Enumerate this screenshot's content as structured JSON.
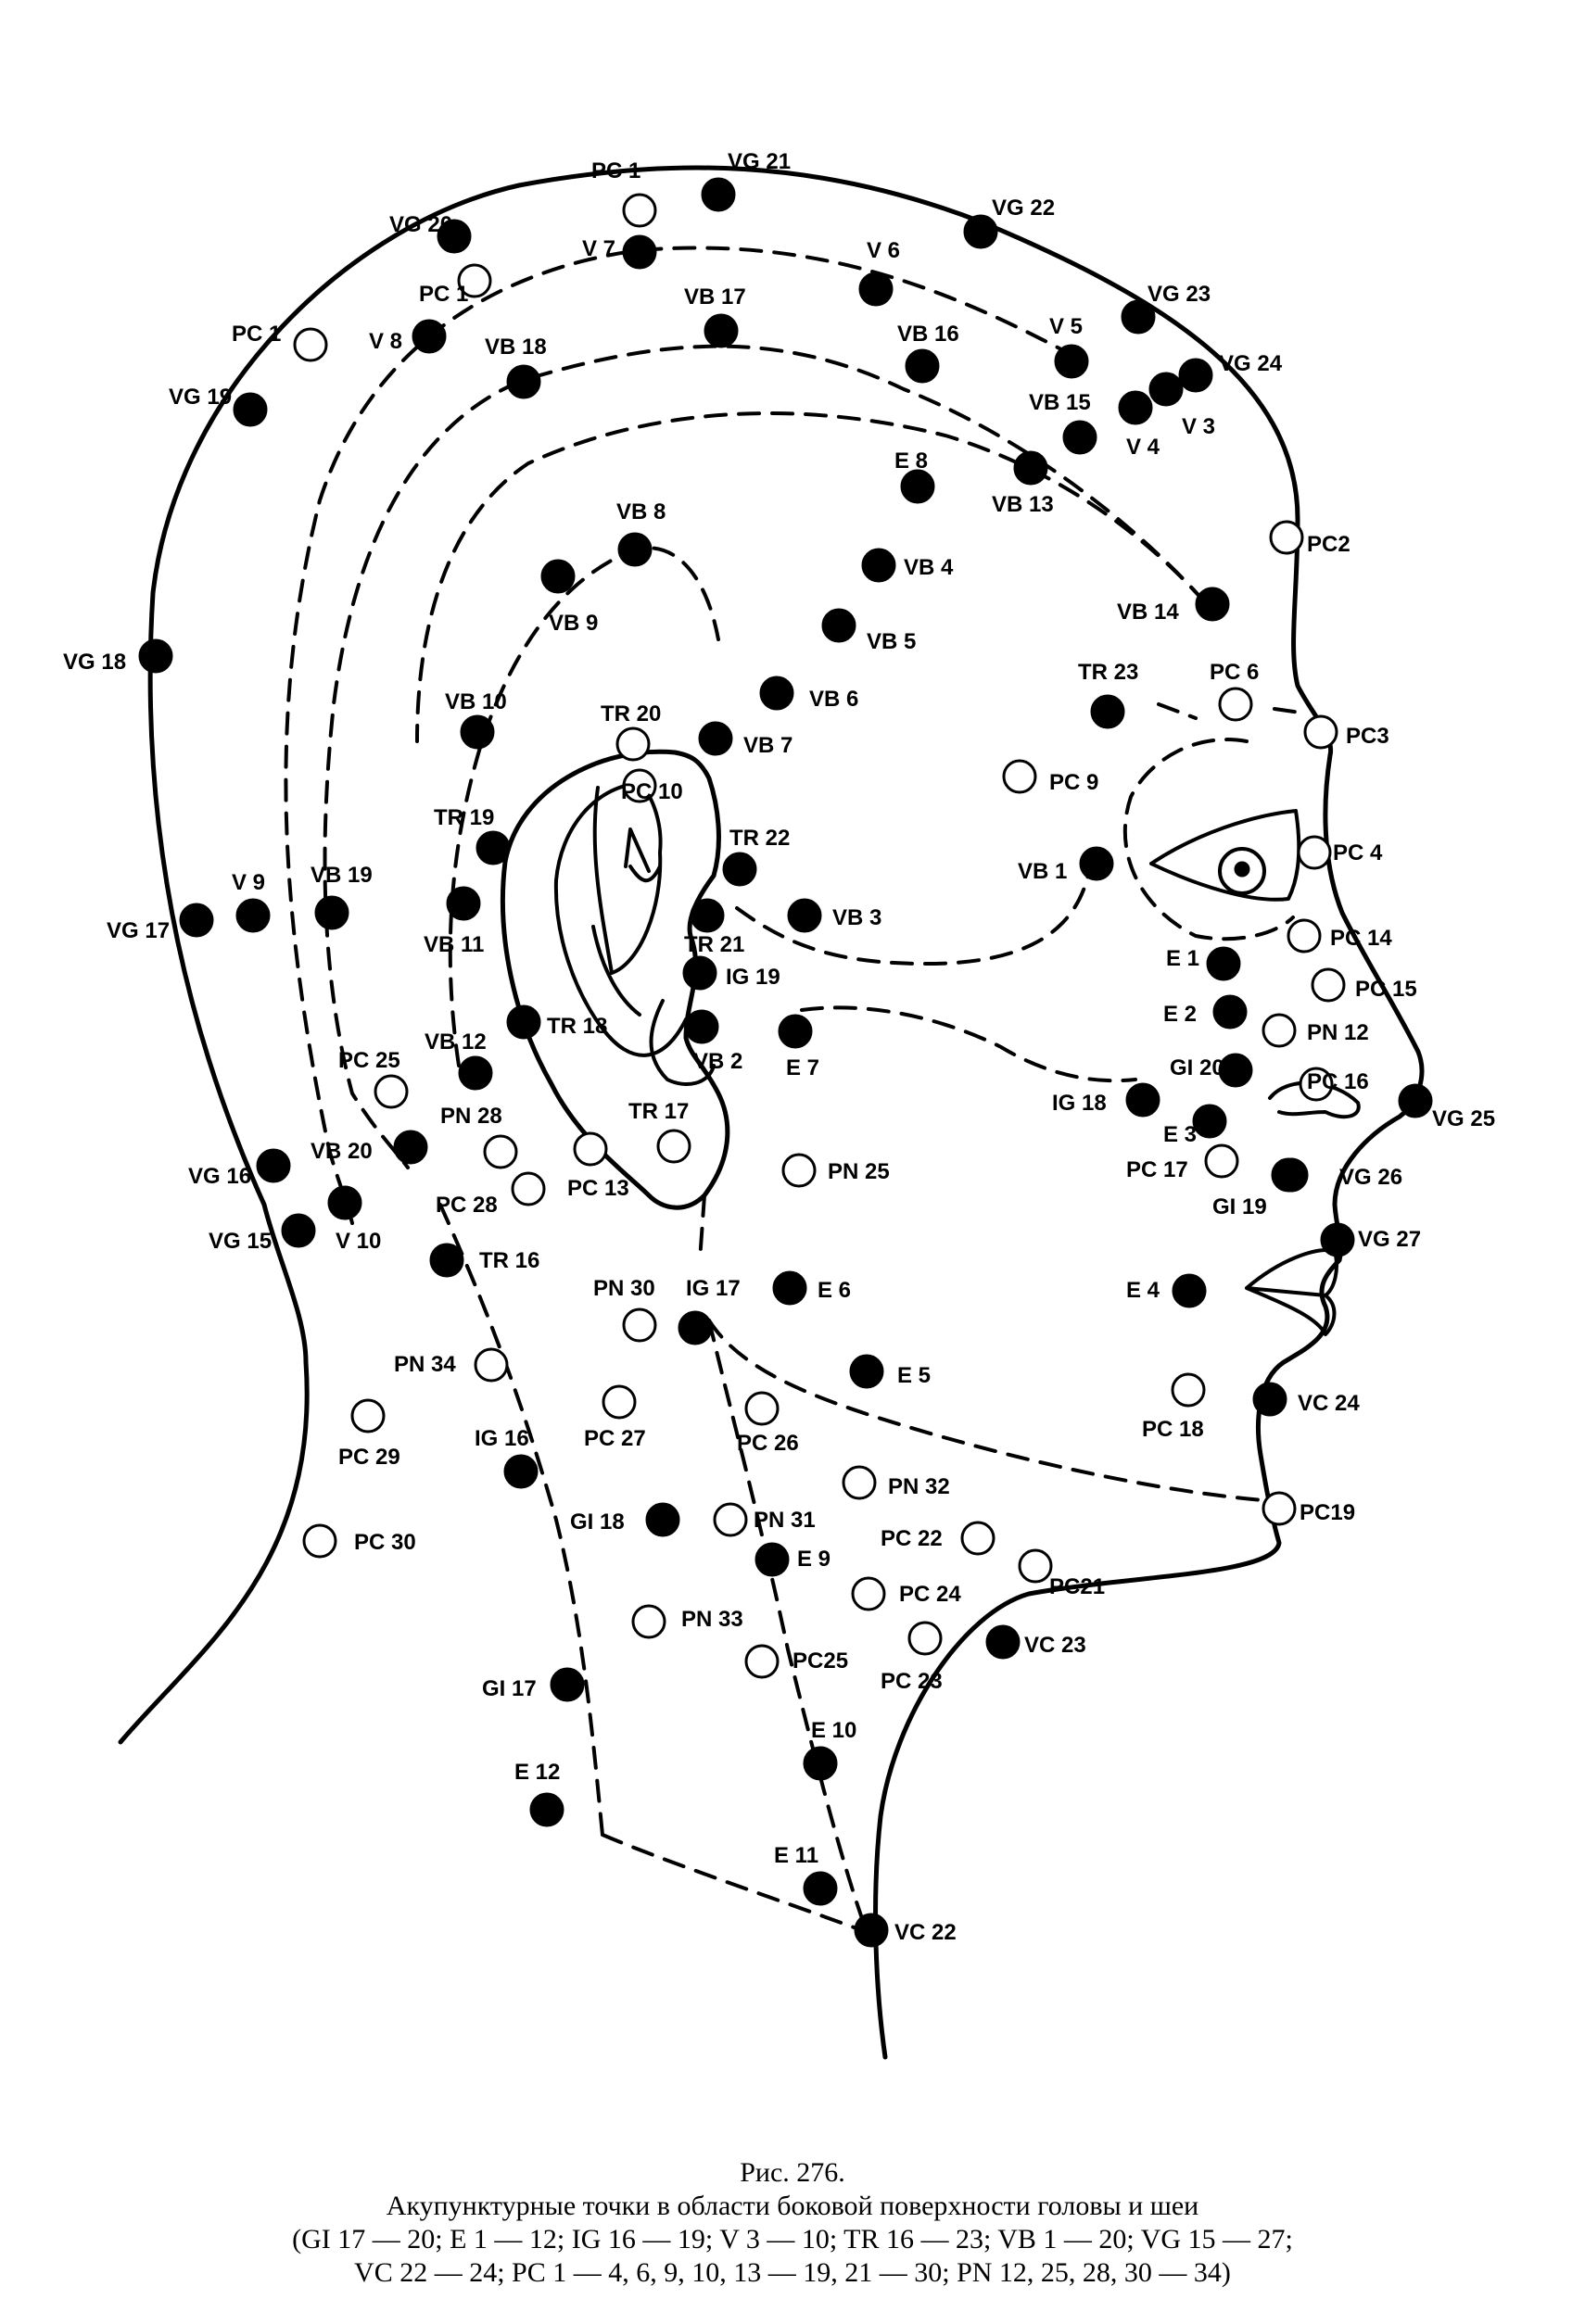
{
  "figure": {
    "caption_title": "Рис. 276.",
    "caption_subtitle": "Акупунктурные точки в области боковой поверхности головы и шеи",
    "caption_line1": "(GI 17 — 20; E 1 — 12; IG 16 — 19; V 3 — 10; TR 16 — 23; VB 1 — 20; VG 15 — 27;",
    "caption_line2": "VC 22 — 24; PC 1 — 4, 6, 9, 10, 13 — 19, 21 — 30; PN 12, 25, 28, 30 — 34)"
  },
  "legend_colors": {
    "filled_point": "#000000",
    "open_point": "#ffffff",
    "line": "#000000"
  },
  "points": [
    {
      "id": "vg21",
      "label": "VG 21",
      "filled": true
    },
    {
      "id": "pc1a",
      "label": "PC 1",
      "filled": false
    },
    {
      "id": "vg20",
      "label": "VG 20",
      "filled": true
    },
    {
      "id": "vg22",
      "label": "VG 22",
      "filled": true
    },
    {
      "id": "v7",
      "label": "V 7",
      "filled": true
    },
    {
      "id": "v6",
      "label": "V 6",
      "filled": true
    },
    {
      "id": "pc1b",
      "label": "PC 1",
      "filled": false
    },
    {
      "id": "vg23",
      "label": "VG 23",
      "filled": true
    },
    {
      "id": "pc1c",
      "label": "PC 1",
      "filled": false
    },
    {
      "id": "v8",
      "label": "V 8",
      "filled": true
    },
    {
      "id": "vb17",
      "label": "VB 17",
      "filled": true
    },
    {
      "id": "vb18",
      "label": "VB 18",
      "filled": true
    },
    {
      "id": "vb16",
      "label": "VB 16",
      "filled": true
    },
    {
      "id": "v5",
      "label": "V 5",
      "filled": true
    },
    {
      "id": "vg24",
      "label": "VG 24",
      "filled": true
    },
    {
      "id": "vg19",
      "label": "VG 19",
      "filled": true
    },
    {
      "id": "v3",
      "label": "V 3",
      "filled": true
    },
    {
      "id": "v4",
      "label": "V 4",
      "filled": true
    },
    {
      "id": "vb15",
      "label": "VB 15",
      "filled": true
    },
    {
      "id": "e8",
      "label": "E 8",
      "filled": true
    },
    {
      "id": "vb13",
      "label": "VB 13",
      "filled": true
    },
    {
      "id": "vb8",
      "label": "VB 8",
      "filled": true
    },
    {
      "id": "pc2",
      "label": "PC2",
      "filled": false
    },
    {
      "id": "vb4",
      "label": "VB 4",
      "filled": true
    },
    {
      "id": "vb9",
      "label": "VB 9",
      "filled": true
    },
    {
      "id": "vb14",
      "label": "VB 14",
      "filled": true
    },
    {
      "id": "vb5",
      "label": "VB 5",
      "filled": true
    },
    {
      "id": "vg18",
      "label": "VG 18",
      "filled": true
    },
    {
      "id": "pc6",
      "label": "PC 6",
      "filled": false
    },
    {
      "id": "tr23",
      "label": "TR 23",
      "filled": true
    },
    {
      "id": "vb6",
      "label": "VB 6",
      "filled": true
    },
    {
      "id": "vb10",
      "label": "VB 10",
      "filled": true
    },
    {
      "id": "tr20",
      "label": "TR 20",
      "filled": false
    },
    {
      "id": "vb7",
      "label": "VB 7",
      "filled": true
    },
    {
      "id": "pc3",
      "label": "PC3",
      "filled": false
    },
    {
      "id": "pc9",
      "label": "PC 9",
      "filled": false
    },
    {
      "id": "pc10",
      "label": "PC 10",
      "filled": false
    },
    {
      "id": "tr19",
      "label": "TR 19",
      "filled": true
    },
    {
      "id": "tr22",
      "label": "TR 22",
      "filled": true
    },
    {
      "id": "pc4",
      "label": "PC 4",
      "filled": false
    },
    {
      "id": "vb1",
      "label": "VB 1",
      "filled": true
    },
    {
      "id": "v9",
      "label": "V 9",
      "filled": true
    },
    {
      "id": "vb19",
      "label": "VB 19",
      "filled": true
    },
    {
      "id": "vg17",
      "label": "VG 17",
      "filled": true
    },
    {
      "id": "vb11",
      "label": "VB 11",
      "filled": true
    },
    {
      "id": "vb3",
      "label": "VB 3",
      "filled": true
    },
    {
      "id": "tr21",
      "label": "TR 21",
      "filled": true
    },
    {
      "id": "pc14",
      "label": "PC 14",
      "filled": false
    },
    {
      "id": "e1",
      "label": "E 1",
      "filled": true
    },
    {
      "id": "ig19",
      "label": "IG 19",
      "filled": true
    },
    {
      "id": "pc15",
      "label": "PC 15",
      "filled": false
    },
    {
      "id": "e2",
      "label": "E 2",
      "filled": true
    },
    {
      "id": "tr18",
      "label": "TR 18",
      "filled": true
    },
    {
      "id": "vb2",
      "label": "VB 2",
      "filled": true
    },
    {
      "id": "e7",
      "label": "E 7",
      "filled": true
    },
    {
      "id": "pn12",
      "label": "PN 12",
      "filled": false
    },
    {
      "id": "vb12",
      "label": "VB 12",
      "filled": true
    },
    {
      "id": "pc25a",
      "label": "PC 25",
      "filled": false
    },
    {
      "id": "gi20",
      "label": "GI 20",
      "filled": true
    },
    {
      "id": "pc16",
      "label": "PC 16",
      "filled": false
    },
    {
      "id": "ig18",
      "label": "IG 18",
      "filled": true
    },
    {
      "id": "vg25",
      "label": "VG 25",
      "filled": true
    },
    {
      "id": "pn28",
      "label": "PN 28",
      "filled": false
    },
    {
      "id": "tr17",
      "label": "TR 17",
      "filled": false
    },
    {
      "id": "e3",
      "label": "E 3",
      "filled": true
    },
    {
      "id": "vb20",
      "label": "VB 20",
      "filled": true
    },
    {
      "id": "pc17",
      "label": "PC 17",
      "filled": false
    },
    {
      "id": "pn25",
      "label": "PN 25",
      "filled": false
    },
    {
      "id": "vg16",
      "label": "VG 16",
      "filled": true
    },
    {
      "id": "vg26",
      "label": "VG 26",
      "filled": true
    },
    {
      "id": "gi19",
      "label": "GI 19",
      "filled": true
    },
    {
      "id": "pc13",
      "label": "PC 13",
      "filled": false
    },
    {
      "id": "pc28",
      "label": "PC 28",
      "filled": false
    },
    {
      "id": "v10",
      "label": "V 10",
      "filled": true
    },
    {
      "id": "vg15",
      "label": "VG 15",
      "filled": true
    },
    {
      "id": "vg27",
      "label": "VG 27",
      "filled": true
    },
    {
      "id": "tr16",
      "label": "TR 16",
      "filled": true
    },
    {
      "id": "pn30",
      "label": "PN 30",
      "filled": false
    },
    {
      "id": "ig17",
      "label": "IG 17",
      "filled": true
    },
    {
      "id": "e6",
      "label": "E 6",
      "filled": true
    },
    {
      "id": "e4",
      "label": "E 4",
      "filled": true
    },
    {
      "id": "pn34",
      "label": "PN 34",
      "filled": false
    },
    {
      "id": "e5",
      "label": "E 5",
      "filled": true
    },
    {
      "id": "pc18",
      "label": "PC 18",
      "filled": false
    },
    {
      "id": "vc24",
      "label": "VC 24",
      "filled": true
    },
    {
      "id": "pc27",
      "label": "PC 27",
      "filled": false
    },
    {
      "id": "pc26",
      "label": "PC 26",
      "filled": false
    },
    {
      "id": "pc29",
      "label": "PC 29",
      "filled": false
    },
    {
      "id": "ig16",
      "label": "IG 16",
      "filled": true
    },
    {
      "id": "pn32",
      "label": "PN 32",
      "filled": false
    },
    {
      "id": "pc19",
      "label": "PC19",
      "filled": false
    },
    {
      "id": "gi18",
      "label": "GI 18",
      "filled": true
    },
    {
      "id": "pn31",
      "label": "PN 31",
      "filled": false
    },
    {
      "id": "pc22",
      "label": "PC 22",
      "filled": false
    },
    {
      "id": "pc30",
      "label": "PC 30",
      "filled": false
    },
    {
      "id": "e9",
      "label": "E 9",
      "filled": true
    },
    {
      "id": "pc21",
      "label": "PC21",
      "filled": false
    },
    {
      "id": "pc24",
      "label": "PC 24",
      "filled": false
    },
    {
      "id": "pn33",
      "label": "PN 33",
      "filled": false
    },
    {
      "id": "vc23",
      "label": "VC 23",
      "filled": true
    },
    {
      "id": "pc25b",
      "label": "PC25",
      "filled": false
    },
    {
      "id": "pc23",
      "label": "PC 23",
      "filled": false
    },
    {
      "id": "gi17",
      "label": "GI 17",
      "filled": true
    },
    {
      "id": "e10",
      "label": "E 10",
      "filled": true
    },
    {
      "id": "e12",
      "label": "E 12",
      "filled": true
    },
    {
      "id": "e11",
      "label": "E 11",
      "filled": true
    },
    {
      "id": "vc22",
      "label": "VC 22",
      "filled": true
    }
  ]
}
